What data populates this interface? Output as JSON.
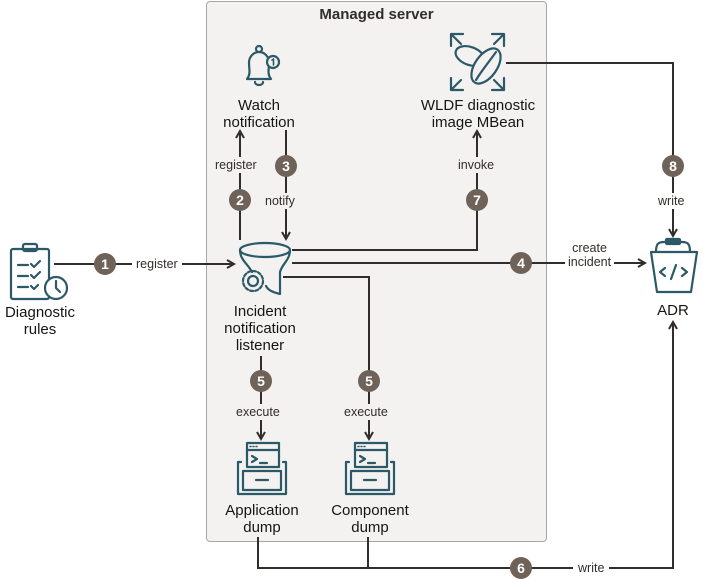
{
  "container": {
    "title": "Managed server"
  },
  "nodes": {
    "diagnostic_rules": {
      "line1": "Diagnostic",
      "line2": "rules",
      "icon": "clipboard-checklist-clock-icon"
    },
    "watch_notification": {
      "line1": "Watch",
      "line2": "notification",
      "icon": "bell-notification-icon"
    },
    "wldf_mbean": {
      "line1": "WLDF diagnostic",
      "line2": "image MBean",
      "icon": "coffee-bean-expand-icon"
    },
    "incident_listener": {
      "line1": "Incident",
      "line2": "notification",
      "line3": "listener",
      "icon": "funnel-gear-icon"
    },
    "adr": {
      "line1": "ADR",
      "icon": "code-basket-icon"
    },
    "application_dump": {
      "line1": "Application",
      "line2": "dump",
      "icon": "terminal-window-icon"
    },
    "component_dump": {
      "line1": "Component",
      "line2": "dump",
      "icon": "terminal-window-icon"
    }
  },
  "edges": [
    {
      "step": "1",
      "label": "register",
      "from": "Diagnostic rules",
      "to": "Incident notification listener"
    },
    {
      "step": "2",
      "label": "register",
      "from": "Incident notification listener",
      "to": "Watch notification"
    },
    {
      "step": "3",
      "label": "notify",
      "from": "Watch notification",
      "to": "Incident notification listener"
    },
    {
      "step": "4",
      "label_line1": "create",
      "label_line2": "incident",
      "from": "Incident notification listener",
      "to": "ADR"
    },
    {
      "step": "5",
      "label": "execute",
      "from": "Incident notification listener",
      "to": "Application dump"
    },
    {
      "step": "5",
      "label": "execute",
      "from": "Incident notification listener",
      "to": "Component dump"
    },
    {
      "step": "6",
      "label": "write",
      "from": "Application dump / Component dump",
      "to": "ADR"
    },
    {
      "step": "7",
      "label": "invoke",
      "from": "Incident notification listener",
      "to": "WLDF diagnostic image MBean"
    },
    {
      "step": "8",
      "label": "write",
      "from": "WLDF diagnostic image MBean",
      "to": "ADR"
    }
  ],
  "colors": {
    "icon": "#2c5967",
    "step_badge": "#6f6359",
    "wire": "#312d2a",
    "container_bg": "#f3f2f0"
  }
}
